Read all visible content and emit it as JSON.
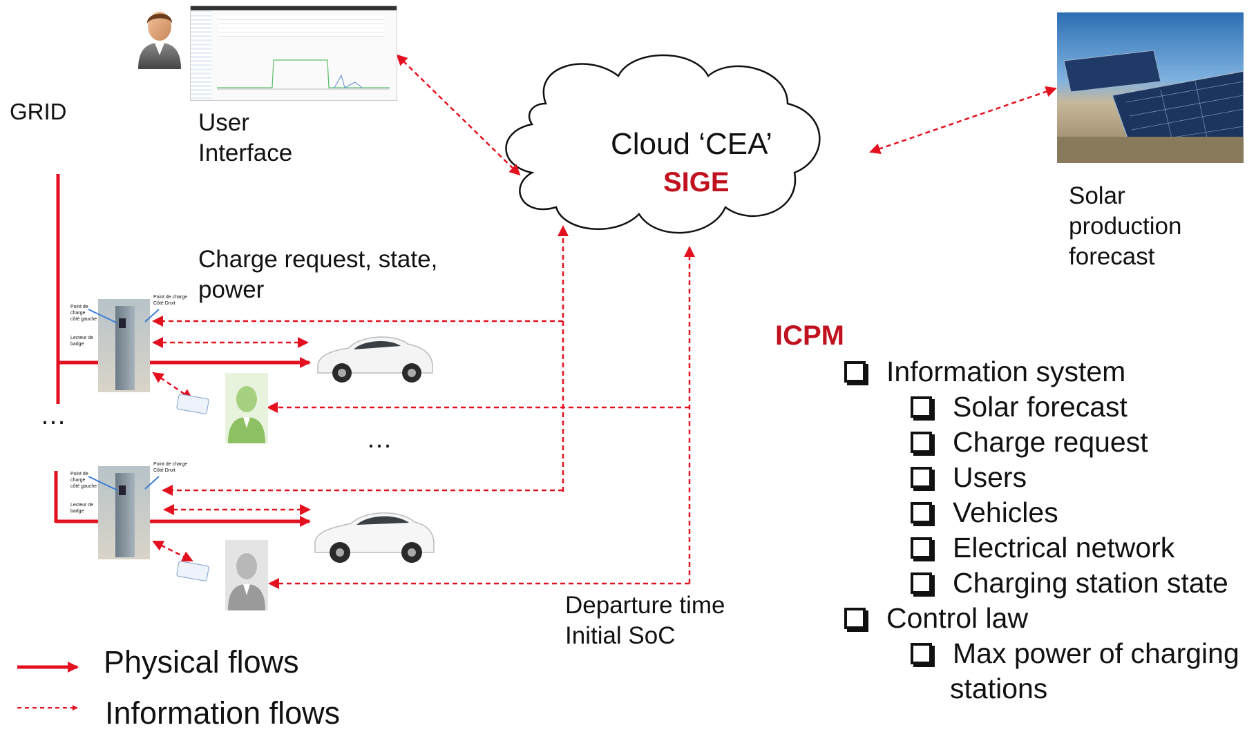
{
  "labels": {
    "grid": "GRID",
    "user_interface_1": "User",
    "user_interface_2": "Interface",
    "cloud_title": "Cloud ‘CEA’",
    "cloud_subtitle": "SIGE",
    "solar_1": "Solar",
    "solar_2": "production",
    "solar_3": "forecast",
    "charge_request_1": "Charge request, state,",
    "charge_request_2": "power",
    "ellipsis_left": "…",
    "ellipsis_mid": "…",
    "departure_1": "Departure time",
    "departure_2": "Initial SoC",
    "icon_charger_1": "Point de charge",
    "icon_charger_2": "côté gauche",
    "icon_charger_3": "Point de charge",
    "icon_charger_4": "Côté Droit",
    "icon_badge": "Lecteur de badge"
  },
  "legend": {
    "physical": "Physical flows",
    "information": "Information flows"
  },
  "icpm": {
    "title": "ICPM",
    "items": [
      {
        "text": "Information system",
        "level": 1
      },
      {
        "text": "Solar forecast",
        "level": 2
      },
      {
        "text": "Charge request",
        "level": 2
      },
      {
        "text": "Users",
        "level": 2
      },
      {
        "text": "Vehicles",
        "level": 2
      },
      {
        "text": "Electrical network",
        "level": 2
      },
      {
        "text": "Charging station state",
        "level": 2
      },
      {
        "text": "Control law",
        "level": 1
      },
      {
        "text": "Max power of charging",
        "level": 2
      },
      {
        "text": "stations",
        "level": 2,
        "continuation": true
      }
    ]
  },
  "colors": {
    "accent_red": "#e3101f",
    "title_red": "#c0111f",
    "user_green": "#8cc063",
    "user_grey": "#9a9a9a"
  },
  "icons": [
    "user-avatar-icon",
    "cloud-icon",
    "solar-panel-image",
    "charging-station-image",
    "car-image",
    "badge-card-icon"
  ]
}
